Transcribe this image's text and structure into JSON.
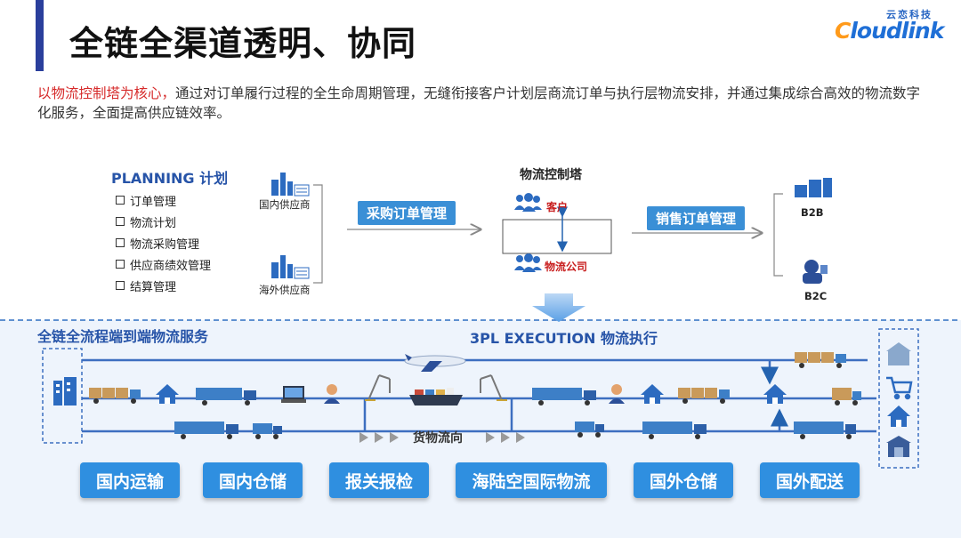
{
  "header": {
    "title": "全链全渠道透明、协同",
    "brand_cn": "云恋科技",
    "brand_en": "Cloudlink"
  },
  "intro": {
    "highlight": "以物流控制塔为核心，",
    "text": "通过对订单履行过程的全生命周期管理，无缝衔接客户计划层商流订单与执行层物流安排，并通过集成综合高效的物流数字化服务，全面提高供应链效率。"
  },
  "planning": {
    "title": "PLANNING 计划",
    "items": [
      "订单管理",
      "物流计划",
      "物流采购管理",
      "供应商绩效管理",
      "结算管理"
    ]
  },
  "suppliers": {
    "domestic": "国内供应商",
    "overseas": "海外供应商"
  },
  "purchase_order": "采购订单管理",
  "tower": {
    "title": "物流控制塔",
    "customer": "客户",
    "logistics_company": "物流公司"
  },
  "sales_order": "销售订单管理",
  "channels": {
    "b2b": "B2B",
    "b2c": "B2C"
  },
  "execution": {
    "service_title": "全链全流程端到端物流服务",
    "exec_title": "3PL EXECUTION 物流执行",
    "goods_flow": "货物流向"
  },
  "services": [
    "国内运输",
    "国内仓储",
    "报关报检",
    "海陆空国际物流",
    "国外仓储",
    "国外配送"
  ],
  "colors": {
    "accent_blue": "#2754a8",
    "button_blue": "#2f8fe0",
    "pill_blue": "#3a8fd6",
    "highlight_red": "#d62a2a",
    "truck_blue": "#3d7fc7"
  }
}
